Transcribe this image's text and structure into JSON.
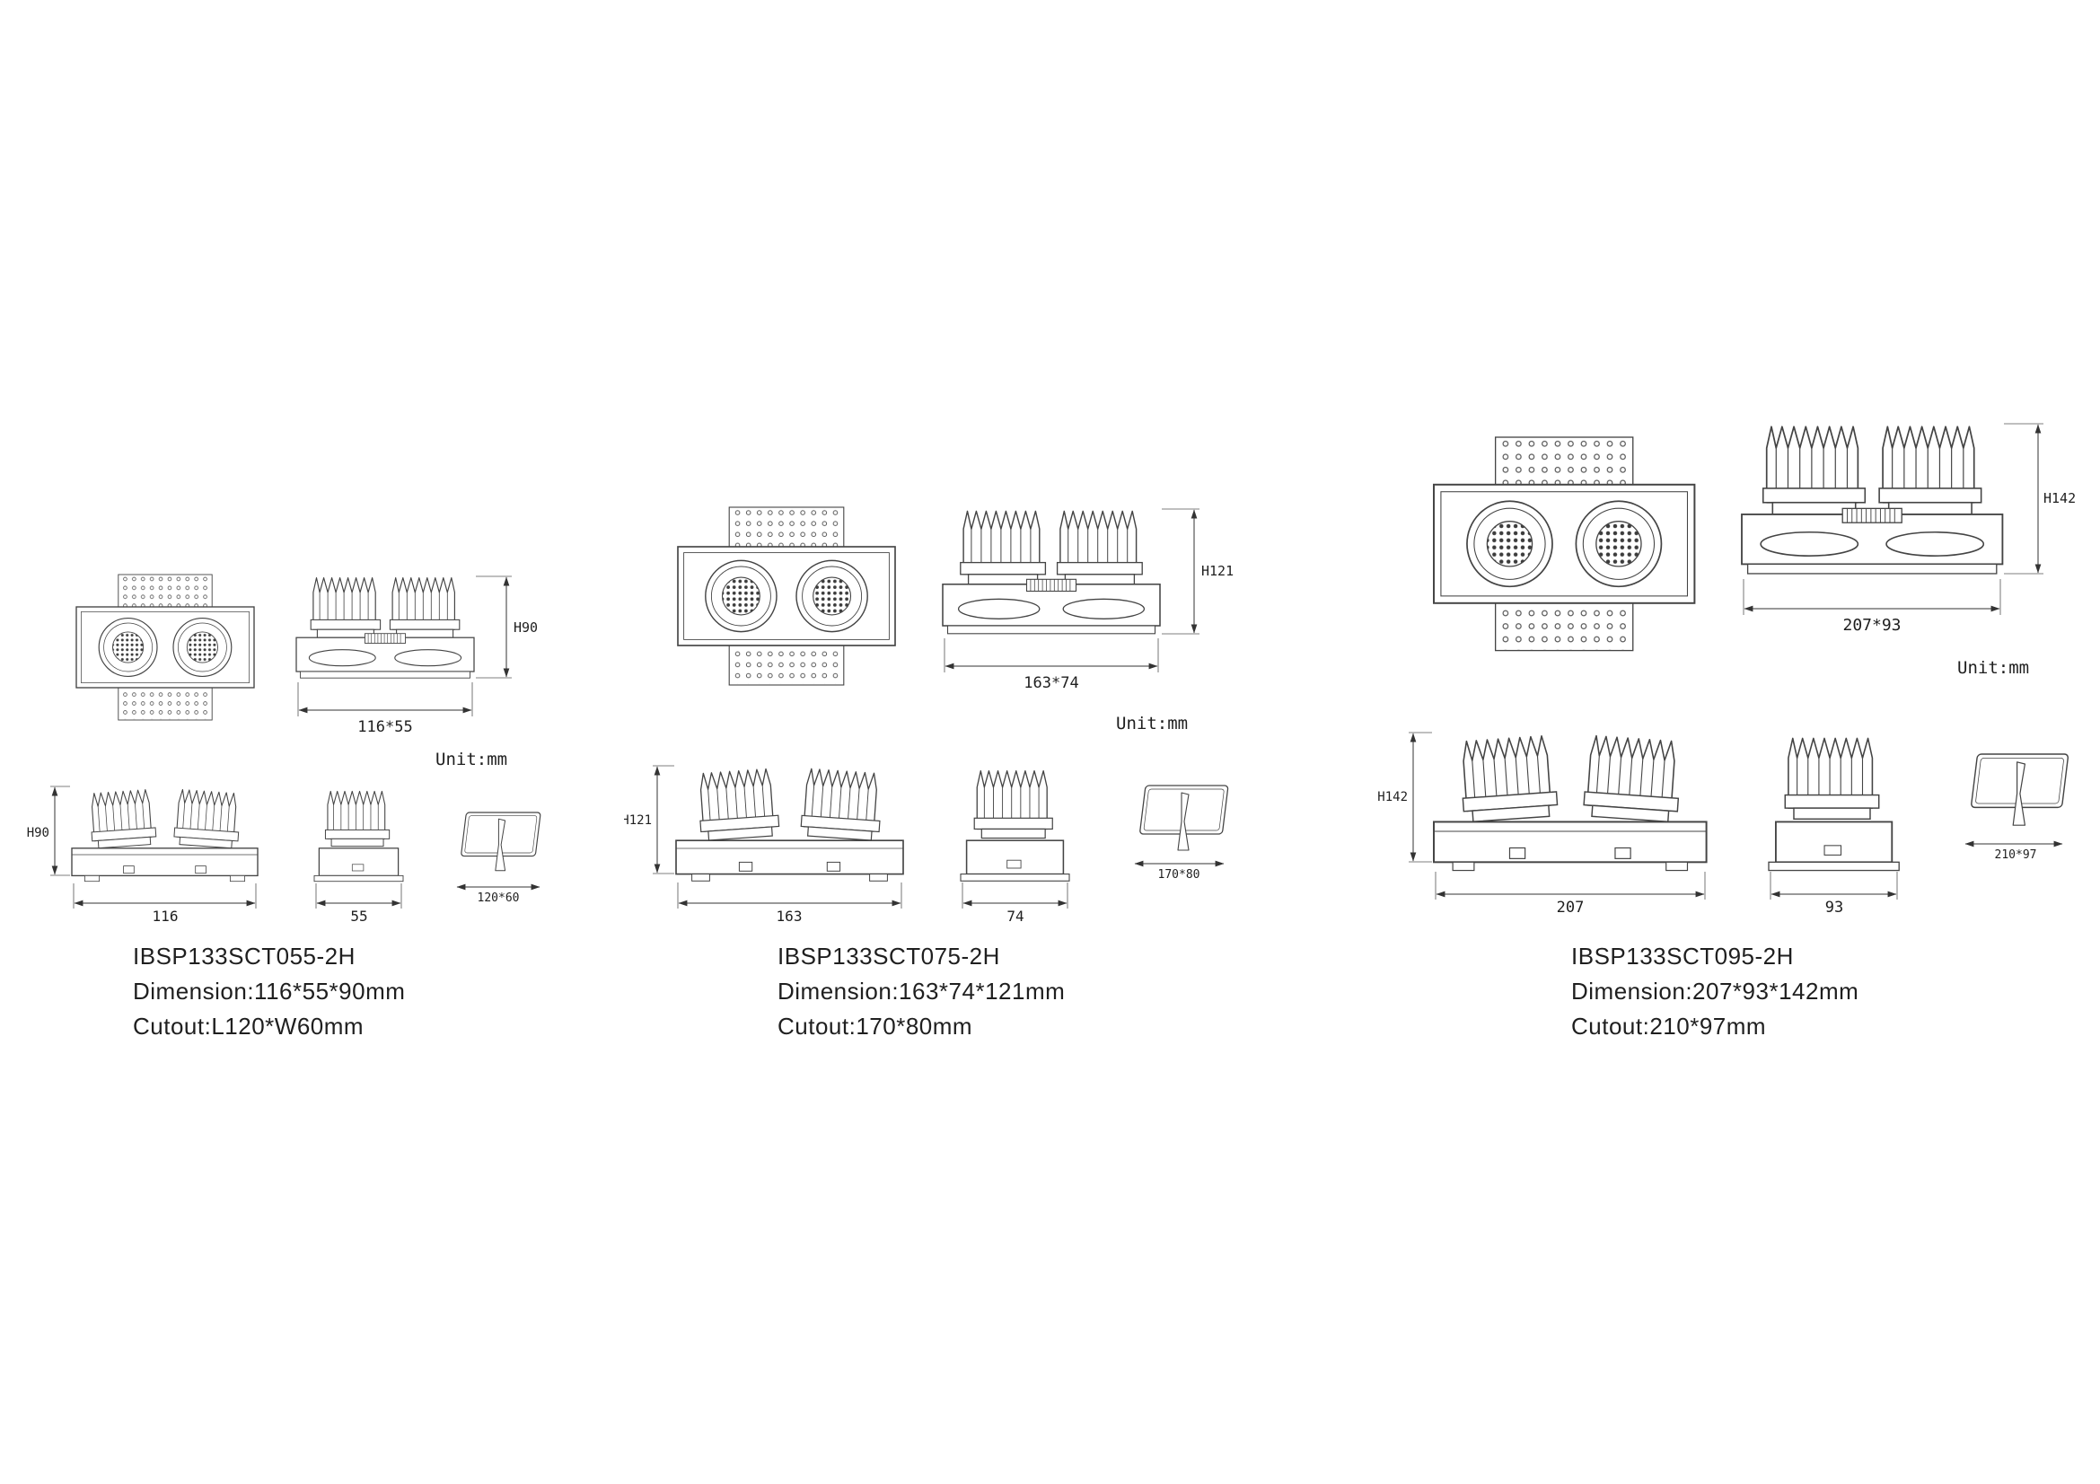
{
  "unit_label": "Unit:mm",
  "colors": {
    "line": "#444444",
    "text": "#1f1f1f",
    "background": "#ffffff"
  },
  "products": [
    {
      "model": "IBSP133SCT055-2H",
      "dimension_text": "Dimension:116*55*90mm",
      "cutout_text": "Cutout:L120*W60mm",
      "labels": {
        "plan_dim": "116*55",
        "height_dim": "H90",
        "length_dim": "116",
        "width_dim": "55",
        "cutout_dim": "120*60"
      }
    },
    {
      "model": "IBSP133SCT075-2H",
      "dimension_text": "Dimension:163*74*121mm",
      "cutout_text": "Cutout:170*80mm",
      "labels": {
        "plan_dim": "163*74",
        "height_dim": "H121",
        "length_dim": "163",
        "width_dim": "74",
        "cutout_dim": "170*80"
      }
    },
    {
      "model": "IBSP133SCT095-2H",
      "dimension_text": "Dimension:207*93*142mm",
      "cutout_text": "Cutout:210*97mm",
      "labels": {
        "plan_dim": "207*93",
        "height_dim": "H142",
        "length_dim": "207",
        "width_dim": "93",
        "cutout_dim": "210*97"
      }
    }
  ]
}
